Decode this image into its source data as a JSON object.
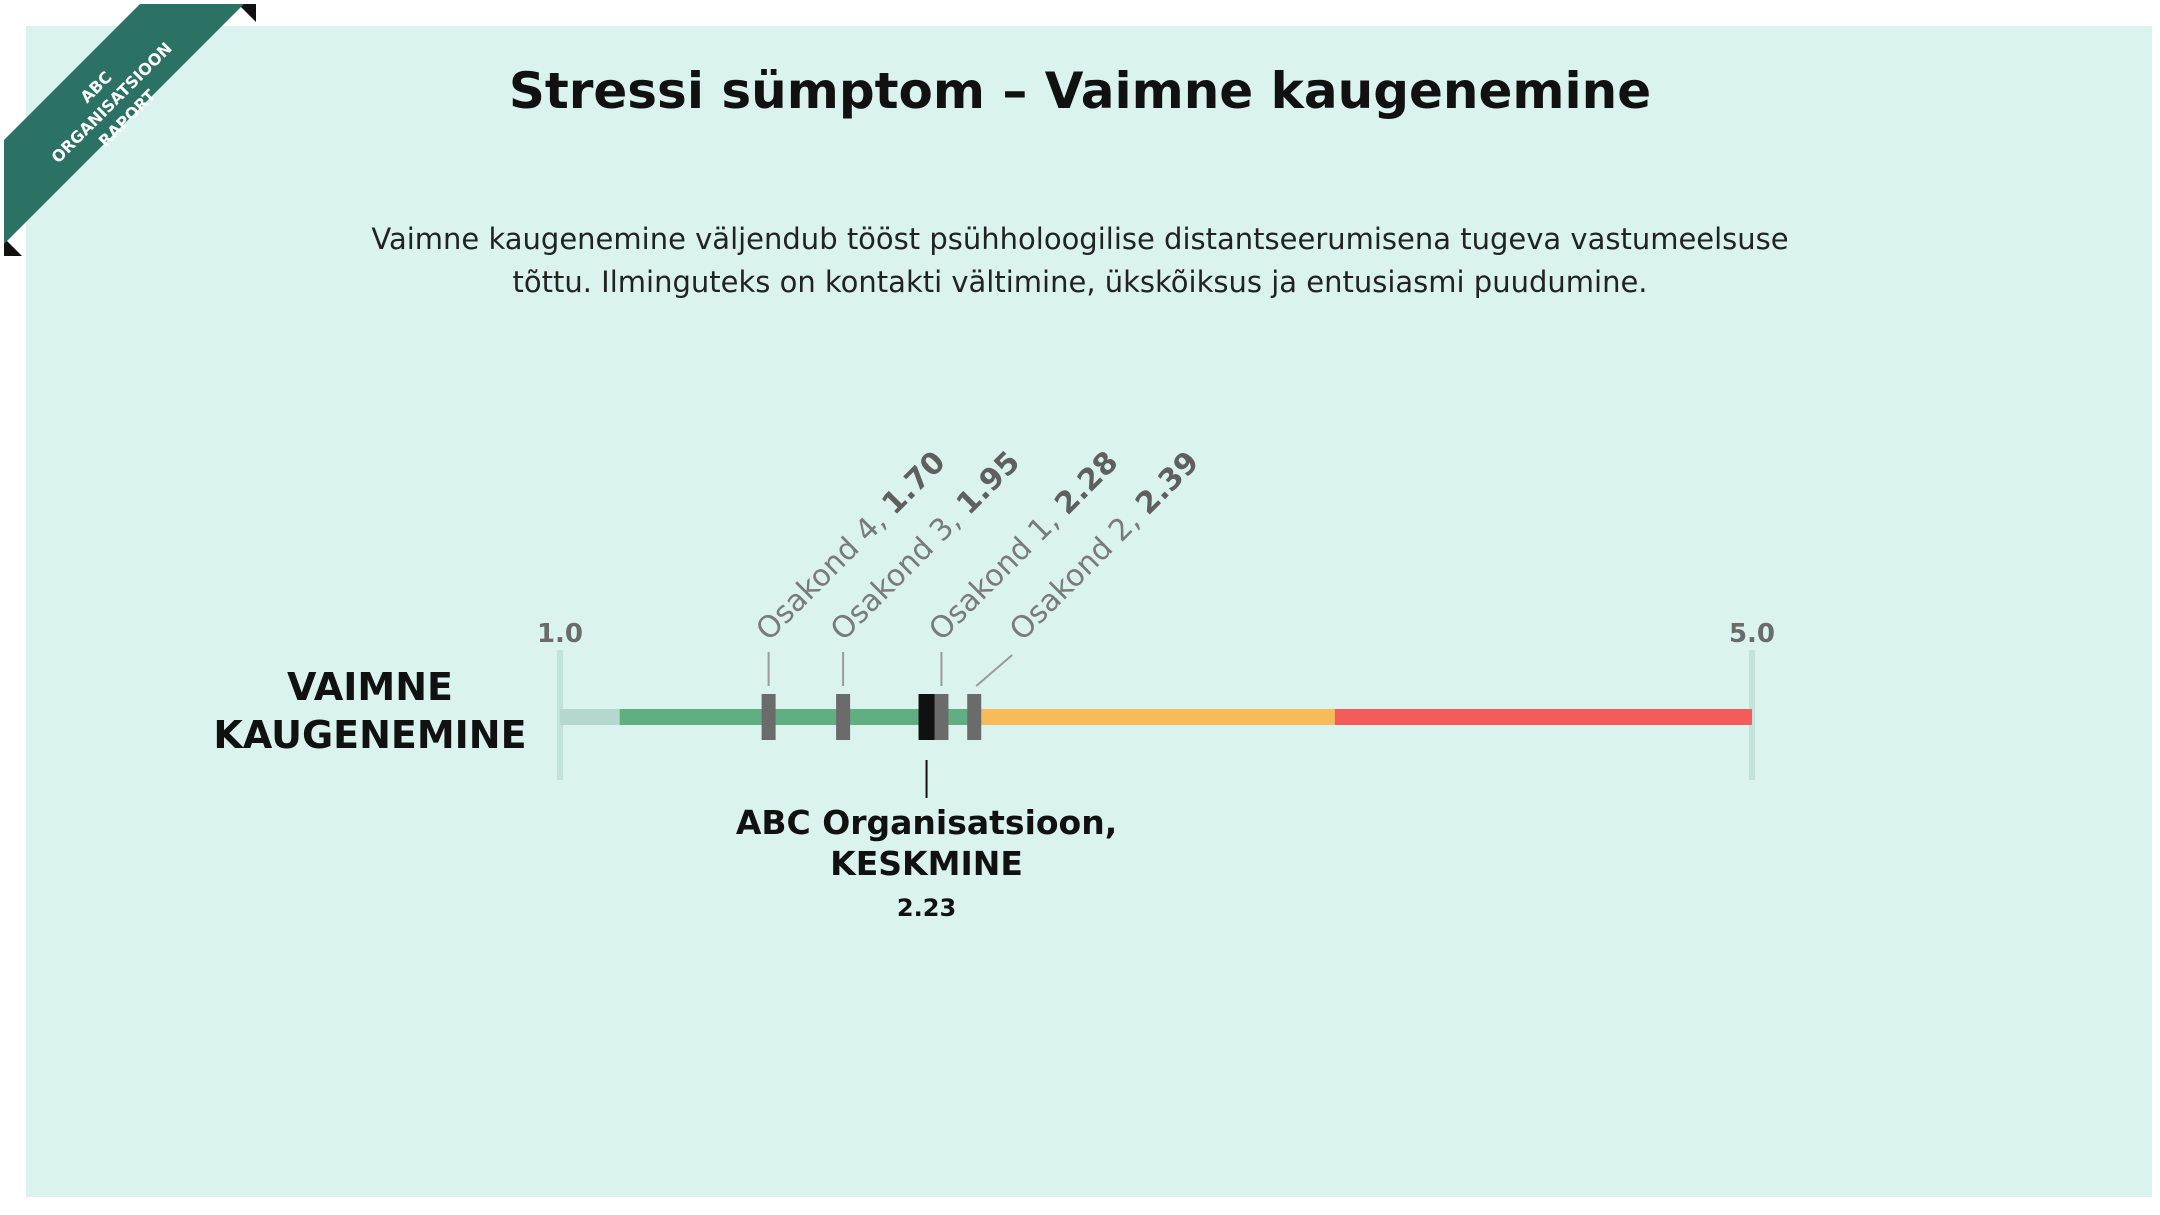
{
  "ribbon": {
    "line1": "ABC ORGANISATSIOON",
    "line2": "RAPORT",
    "color": "#2b7265",
    "fold_color": "#111111"
  },
  "header": {
    "title": "Stressi sümptom – Vaimne kaugenemine"
  },
  "description": {
    "line1": "Vaimne kaugenemine väljendub tööst psühholoogilise distantseerumisena tugeva vastumeelsuse",
    "line2": "tõttu. Ilminguteks on kontakti vältimine, ükskõiksus ja entusiasmi puudumine."
  },
  "colors": {
    "background": "#daf3ef",
    "track_light": "#b4d8cf",
    "green": "#61ae82",
    "yellow": "#f7bb58",
    "red": "#f45c5a",
    "marker_grey": "#6b6b6b",
    "average_marker": "#111111"
  },
  "chart_data": {
    "type": "scale",
    "row_label": [
      "VAIMNE",
      "KAUGENEMINE"
    ],
    "axis": {
      "min": 1.0,
      "max": 5.0,
      "min_label": "1.0",
      "max_label": "5.0"
    },
    "bands": [
      {
        "color": "light",
        "from": 1.0,
        "to": 1.2
      },
      {
        "color": "green",
        "from": 1.2,
        "to": 2.4
      },
      {
        "color": "yellow",
        "from": 2.4,
        "to": 3.6
      },
      {
        "color": "red",
        "from": 3.6,
        "to": 5.0
      }
    ],
    "departments": [
      {
        "name": "Osakond 4",
        "value": 1.7,
        "label": "1.70"
      },
      {
        "name": "Osakond 3",
        "value": 1.95,
        "label": "1.95"
      },
      {
        "name": "Osakond 1",
        "value": 2.28,
        "label": "2.28"
      },
      {
        "name": "Osakond 2",
        "value": 2.39,
        "label": "2.39"
      }
    ],
    "average": {
      "name_line1": "ABC Organisatsioon,",
      "name_line2": "KESKMINE",
      "value": 2.23,
      "label": "2.23"
    }
  }
}
